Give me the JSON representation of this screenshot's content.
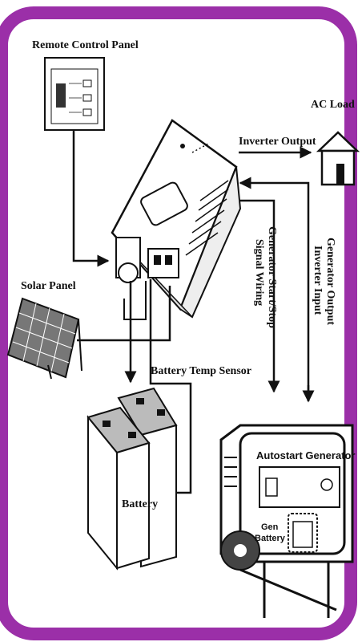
{
  "labels": {
    "remote_control_panel": "Remote Control Panel",
    "inverter_output": "Inverter Output",
    "ac_load": "AC Load",
    "solar_panel": "Solar Panel",
    "generator_start_stop_line1": "Generator Start/Stop",
    "generator_start_stop_line2": "Signal Wiring",
    "generator_output_line1": "Generator Output",
    "generator_output_line2": "Inverter Input",
    "battery_temp_sensor": "Battery Temp Sensor",
    "battery": "Battery",
    "autostart_generator": "Autostart Generator",
    "gen_battery_line1": "Gen",
    "gen_battery_line2": "Battery"
  },
  "colors": {
    "frame": "#9b2fa8",
    "line": "#111111"
  }
}
